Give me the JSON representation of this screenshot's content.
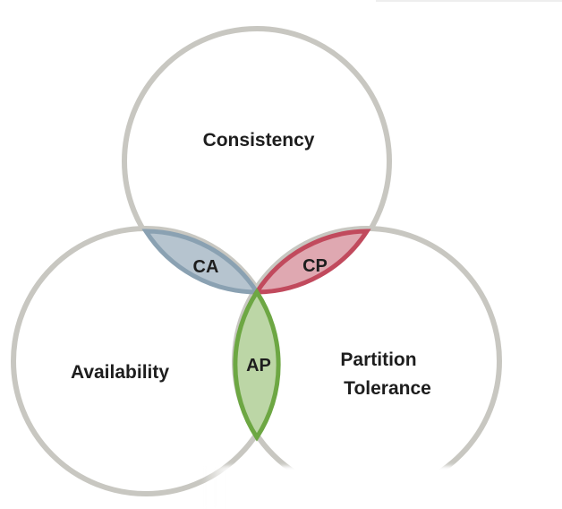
{
  "sets": {
    "consistency": "Consistency",
    "availability": "Availability",
    "partition_tolerance_line1": "Partition",
    "partition_tolerance_line2": "Tolerance"
  },
  "intersections": {
    "ca": "CA",
    "cp": "CP",
    "ap": "AP"
  },
  "colors": {
    "circle_stroke": "#c8c7c1",
    "ca_fill": "#b6c4cf",
    "ca_stroke": "#8aa1b2",
    "cp_fill": "#dfa8b1",
    "cp_stroke": "#c14a5d",
    "ap_fill": "#bcd6a6",
    "ap_stroke": "#6da743"
  }
}
